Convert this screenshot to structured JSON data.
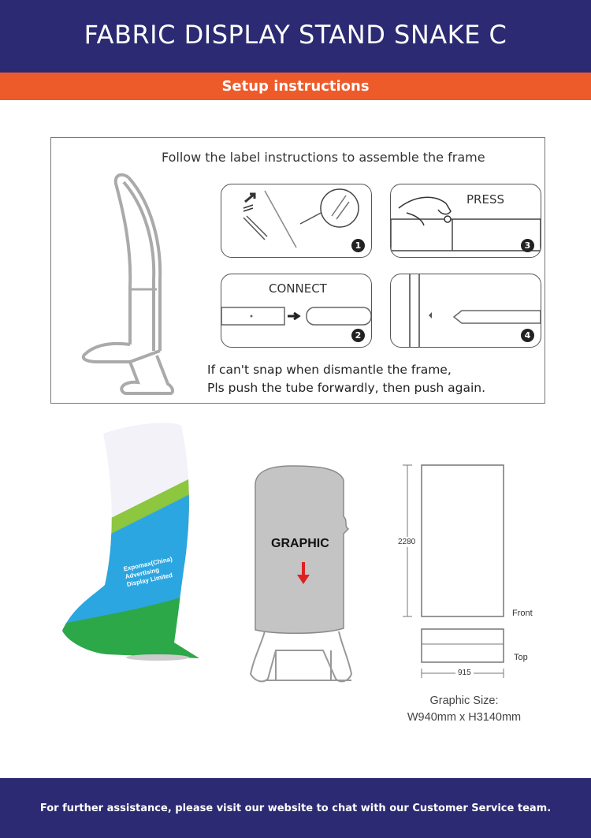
{
  "header": {
    "title": "FABRIC DISPLAY STAND SNAKE C"
  },
  "subheader": {
    "title": "Setup instructions"
  },
  "instructions": {
    "title": "Follow the label instructions to assemble the frame",
    "steps": [
      {
        "number": "1",
        "label": ""
      },
      {
        "number": "2",
        "label": "CONNECT"
      },
      {
        "number": "3",
        "label": "PRESS"
      },
      {
        "number": "4",
        "label": ""
      }
    ],
    "note_line1": "If can't snap when dismantle the frame,",
    "note_line2": "Pls push the tube forwardly, then push again."
  },
  "product_photo": {
    "brand_line1": "Expomax(China)",
    "brand_line2": "Advertising",
    "brand_line3": "Display Limited",
    "colors": {
      "white": "#f2f2f8",
      "yellow": "#f7b833",
      "lime": "#8dc63f",
      "blue": "#2ba6e0",
      "green": "#2ca848"
    }
  },
  "graphic_diagram": {
    "label": "GRAPHIC",
    "arrow_color": "#e02020"
  },
  "dimensions": {
    "height": "2280",
    "width": "915",
    "front_label": "Front",
    "top_label": "Top",
    "graphic_size_label": "Graphic Size:",
    "graphic_size_value": "W940mm x H3140mm"
  },
  "footer": {
    "text": "For further assistance, please visit our website  to chat with our Customer Service team."
  },
  "colors": {
    "navy": "#2b2a73",
    "orange": "#ee5b2a"
  }
}
